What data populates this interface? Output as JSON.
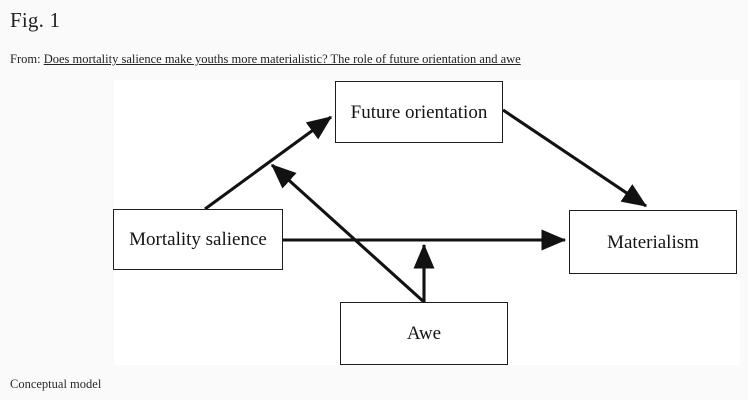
{
  "header": {
    "figure_label": "Fig. 1",
    "source_prefix": "From:",
    "source_title": "Does mortality salience make youths more materialistic? The role of future orientation and awe"
  },
  "figure": {
    "caption": "Conceptual model",
    "background_color": "#ffffff",
    "page_background_color": "#fafafa",
    "line_color": "#1d1d1d",
    "nodes": [
      {
        "id": "future",
        "label": "Future orientation"
      },
      {
        "id": "mortality",
        "label": "Mortality salience"
      },
      {
        "id": "materialism",
        "label": "Materialism"
      },
      {
        "id": "awe",
        "label": "Awe"
      }
    ],
    "edges": [
      {
        "from": "mortality",
        "to": "future",
        "style": "solid-arrow"
      },
      {
        "from": "future",
        "to": "materialism",
        "style": "solid-arrow"
      },
      {
        "from": "mortality",
        "to": "materialism",
        "style": "solid-arrow"
      },
      {
        "from": "awe",
        "to": "future",
        "style": "solid-arrow"
      },
      {
        "from": "awe",
        "to": "materialism",
        "style": "solid-arrow"
      }
    ]
  }
}
